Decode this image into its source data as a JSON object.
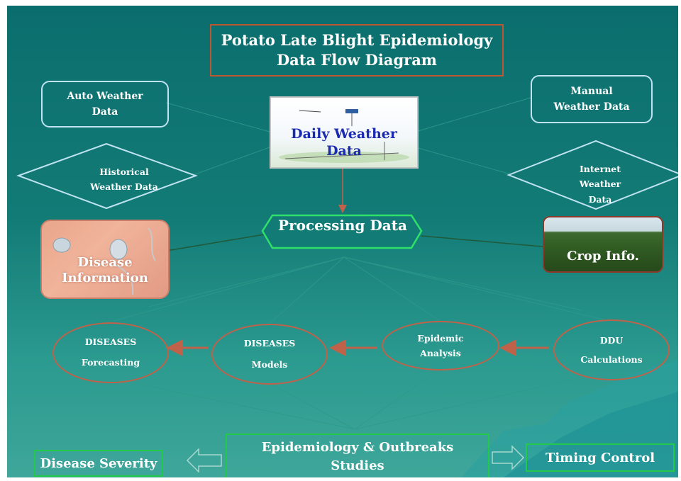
{
  "diagram": {
    "title": "Potato Late Blight Epidemiology\nData Flow Diagram",
    "auto_weather": "Auto  Weather\nData",
    "manual_weather": "Manual\nWeather Data",
    "daily_weather": "Daily Weather\nData",
    "historical_weather": "Historical\nWeather Data",
    "internet_weather": "Internet\nWeather\nData",
    "processing": "Processing Data",
    "disease_information": "Disease\nInformation",
    "crop_info": "Crop Info.",
    "diseases_forecasting": "DISEASES\nForecasting",
    "diseases_models": "DISEASES\nModels",
    "epidemic_analysis": "Epidemic\nAnalysis",
    "ddu_calculations": "DDU\nCalculations",
    "epidemiology_studies": "Epidemiology & Outbreaks\nStudies",
    "disease_severity": "Disease Severity",
    "timing_control": "Timing Control"
  },
  "colors": {
    "background": "#137b76",
    "title_border": "#c0562f",
    "ellipse_border": "#c0624a",
    "green_border": "#22c94a",
    "daily_weather_text": "#1b2bb0"
  }
}
